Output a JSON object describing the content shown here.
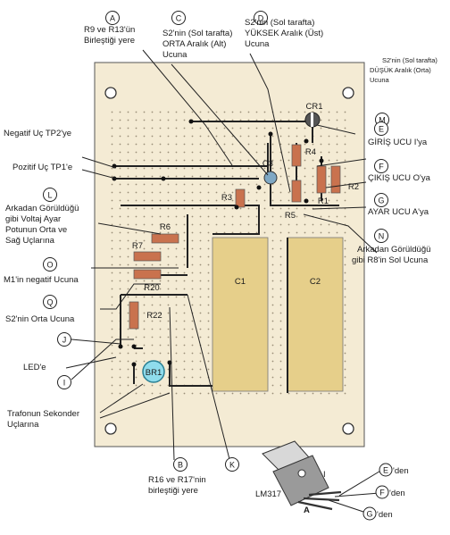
{
  "markers": {
    "A": "A",
    "B": "B",
    "C": "C",
    "D": "D",
    "E": "E",
    "F": "F",
    "G": "G",
    "I": "I",
    "J": "J",
    "K": "K",
    "L": "L",
    "M": "M",
    "N": "N",
    "O": "O",
    "Q": "Q"
  },
  "labels": {
    "a": [
      "R9 ve R13'ün",
      "Birleştiği yere"
    ],
    "c": [
      "S2'nin (Sol tarafta)",
      "ORTA Aralık (Alt)",
      "Ucuna"
    ],
    "d": [
      "S2'nin (Sol tarafta)",
      "YÜKSEK Aralık (Üst)",
      "Ucuna"
    ],
    "m": [
      "S2'nin (Sol tarafta)",
      "DÜŞÜK Aralık (Orta)",
      "Ucuna"
    ],
    "neg": "Negatif Uç TP2'ye",
    "pos": "Pozitif Uç TP1'e",
    "e": "GİRİŞ UCU I'ya",
    "f": "ÇIKIŞ UCU O'ya",
    "g": "AYAR UCU A'ya",
    "l": [
      "Arkadan Görüldüğü",
      "gibi Voltaj Ayar",
      "Potunun Orta ve",
      "Sağ Uçlarına"
    ],
    "n": [
      "Arkadan Görüldüğü",
      "gibi R8'in Sol Ucuna"
    ],
    "o": "M1'in negatif Ucuna",
    "q": "S2'nin Orta Ucuna",
    "led": "LED'e",
    "trafo": [
      "Trafonun Sekonder",
      "Uçlarına"
    ],
    "b": [
      "R16 ve R17'nin",
      "birleştiği yere"
    ],
    "e_den": "'den",
    "f_den": "'den",
    "g_den": "'den"
  },
  "components": {
    "cr1": "CR1",
    "r4": "R4",
    "r3": "R3",
    "r1": "R1",
    "r2": "R2",
    "r5": "R5",
    "c3": "C3",
    "r6": "R6",
    "r7": "R7",
    "r20": "R20",
    "r22": "R22",
    "br1": "BR1",
    "c1": "C1",
    "c2": "C2"
  },
  "regulator": {
    "name": "LM317",
    "pin_i": "I",
    "pin_a": "A"
  },
  "colors": {
    "board": "#f4ebd4",
    "capacitor": "#e6cf8a",
    "resistor": "#c9724e",
    "bridge": "#8fdcec",
    "c3": "#7fa8c4",
    "marker_fill": "#ffffff",
    "line": "#222222"
  }
}
